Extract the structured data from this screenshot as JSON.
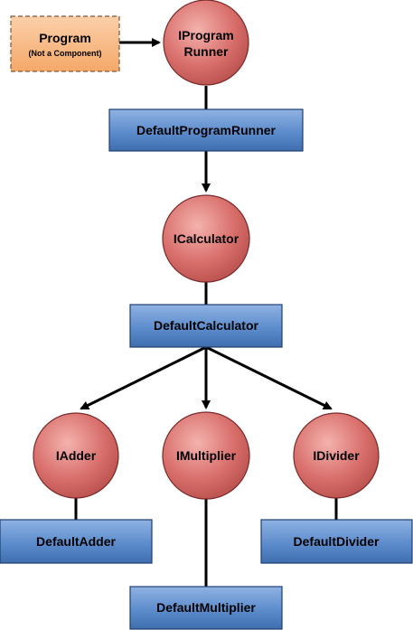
{
  "program": {
    "title": "Program",
    "subtitle": "(Not a Component)"
  },
  "interfaces": {
    "program_runner_line1": "IProgram",
    "program_runner_line2": "Runner",
    "calculator": "ICalculator",
    "adder": "IAdder",
    "multiplier": "IMultiplier",
    "divider": "IDivider"
  },
  "components": {
    "program_runner": "DefaultProgramRunner",
    "calculator": "DefaultCalculator",
    "adder": "DefaultAdder",
    "multiplier": "DefaultMultiplier",
    "divider": "DefaultDivider"
  },
  "colors": {
    "interface_fill": "#d9706c",
    "interface_stroke": "#7a2a28",
    "component_fill": "#4f7fc0",
    "component_stroke": "#1f3f70",
    "program_fill": "#f6b078",
    "program_stroke": "#7a5a3a"
  }
}
